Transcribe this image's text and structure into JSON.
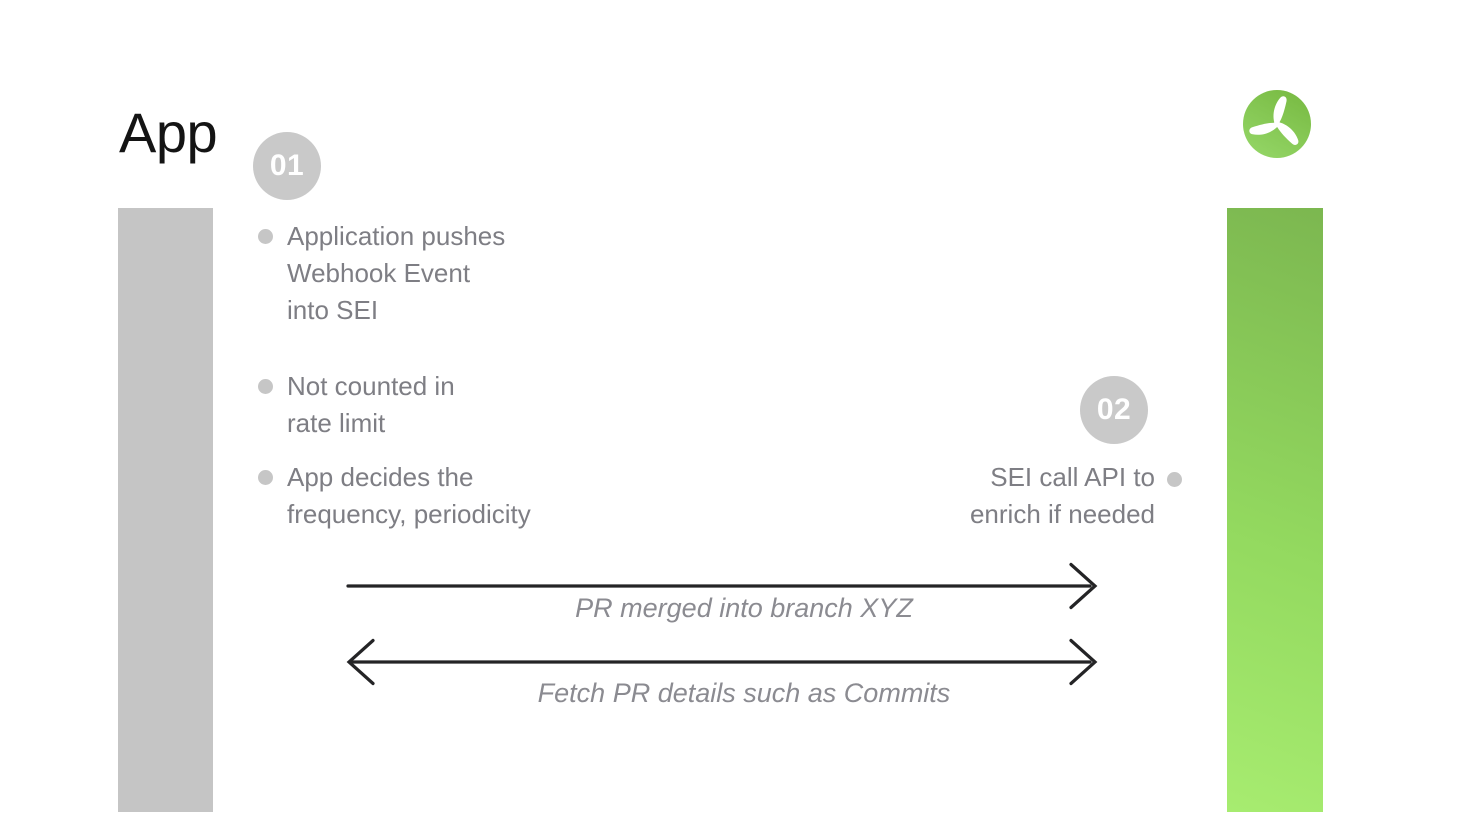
{
  "title": "App",
  "logo": {
    "icon": "wind-turbine-icon",
    "shape": "green circle with white three-blade turbine"
  },
  "step1": {
    "badge": "01",
    "items": [
      "Application pushes\nWebhook Event\ninto SEI",
      "Not counted in\nrate limit",
      "App decides the\nfrequency, periodicity"
    ]
  },
  "step2": {
    "badge": "02",
    "note": "SEI call API to\nenrich if needed"
  },
  "arrows": [
    {
      "label": "PR merged into branch XYZ",
      "direction": "right"
    },
    {
      "label": "Fetch PR details such as Commits",
      "direction": "both"
    }
  ],
  "colors": {
    "bg": "#ffffff",
    "title-text": "#141414",
    "gray-bar": "#c5c5c5",
    "badge-bg": "#c9c9c9",
    "badge-text": "#ffffff",
    "dot": "#c6c6c6",
    "body-text": "#7e7e84",
    "label-text": "#8b8b91",
    "arrow": "#242426",
    "green-top": "#7cb750",
    "green-mid": "#93d95f",
    "green-bottom": "#a7ec70",
    "logo-green-dark": "#7abc45",
    "logo-green-light": "#92d464"
  }
}
